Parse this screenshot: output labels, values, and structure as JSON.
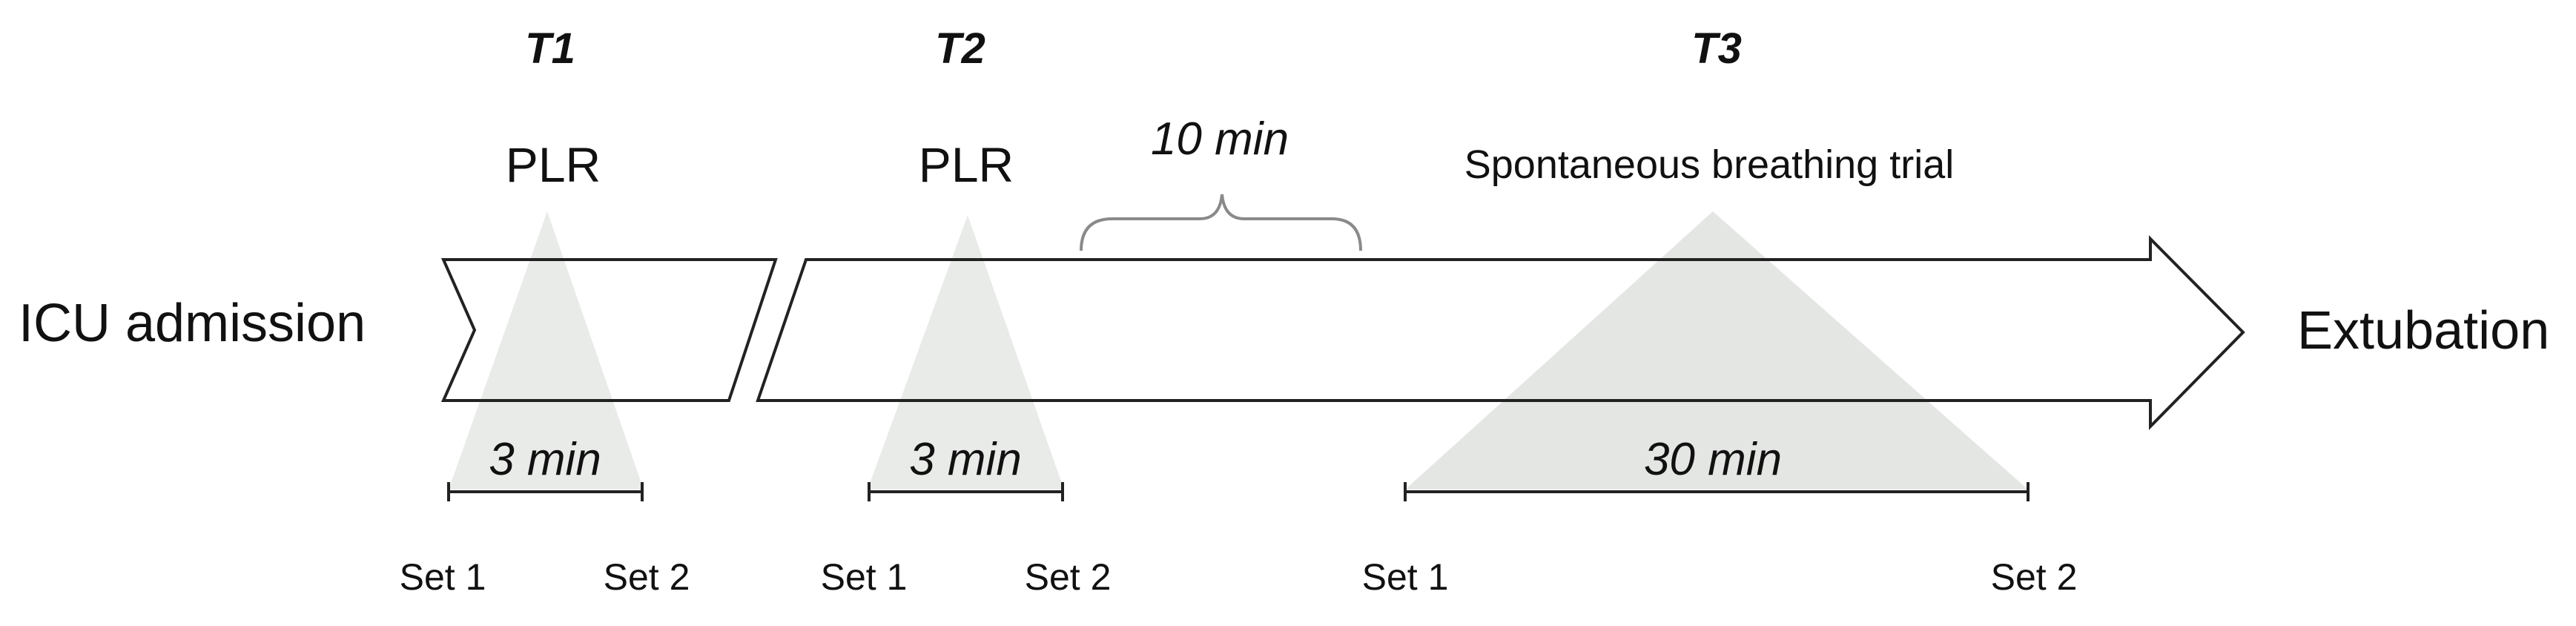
{
  "start_label": "ICU admission",
  "end_label": "Extubation",
  "phases": [
    {
      "id": "T1",
      "label": "T1",
      "procedure": "PLR",
      "duration": "3 min",
      "set_start": "Set 1",
      "set_end": "Set 2"
    },
    {
      "id": "T2",
      "label": "T2",
      "procedure": "PLR",
      "duration": "3 min",
      "set_start": "Set 1",
      "set_end": "Set 2"
    },
    {
      "id": "T3",
      "label": "T3",
      "procedure": "Spontaneous breathing trial",
      "duration": "30 min",
      "set_start": "Set 1",
      "set_end": "Set 2"
    }
  ],
  "interval": {
    "label": "10 min"
  },
  "colors": {
    "line": "#222222",
    "shade": "#e4e6e4",
    "brace": "#8a8a8a",
    "text": "#111111"
  }
}
